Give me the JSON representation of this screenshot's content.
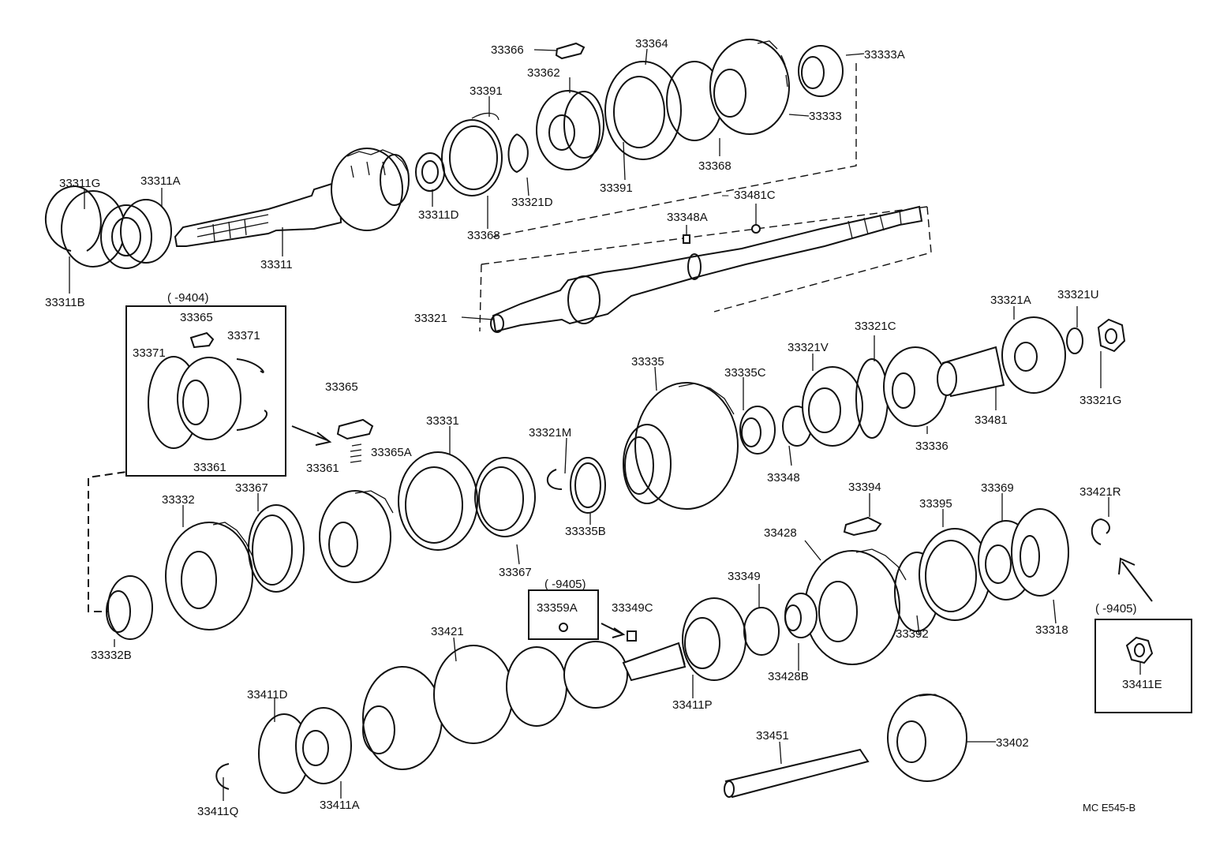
{
  "diagram": {
    "catalog_code": "MC E545-B",
    "date_notes": [
      "( -9404)",
      "( -9405)",
      "( -9405)"
    ],
    "part_numbers": [
      "33366",
      "33364",
      "33333A",
      "33362",
      "33391",
      "33333",
      "33368",
      "33391",
      "33311G",
      "33311A",
      "33311D",
      "33321D",
      "33368",
      "33311",
      "33481C",
      "33348A",
      "33311B",
      "33321",
      "33321A",
      "33321U",
      "33365",
      "33371",
      "33371",
      "33321C",
      "33321V",
      "33335",
      "33335C",
      "33361",
      "33481",
      "33321G",
      "33336",
      "33365",
      "33331",
      "33321M",
      "33365A",
      "33348",
      "33361",
      "33332",
      "33367",
      "33394",
      "33395",
      "33369",
      "33421R",
      "33428",
      "33335B",
      "33367",
      "33349",
      "33359A",
      "33349C",
      "33332B",
      "33421",
      "33392",
      "33318",
      "33411E",
      "33428B",
      "33411P",
      "33411D",
      "33451",
      "33402",
      "33411Q",
      "33411A"
    ]
  }
}
